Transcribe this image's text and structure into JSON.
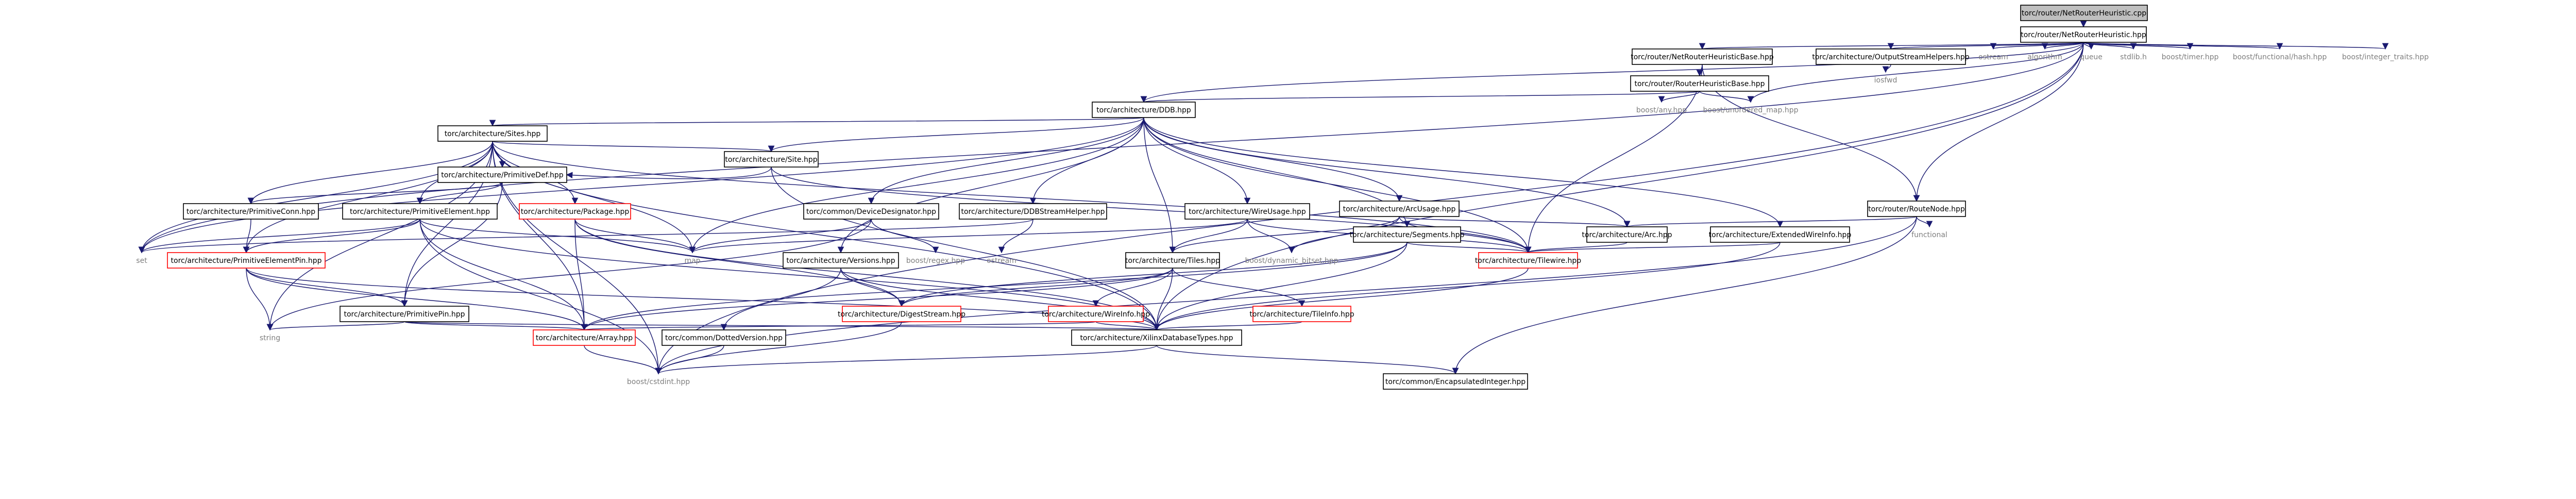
{
  "diagram": {
    "title": "",
    "colors": {
      "edge": "#191970",
      "root_fill": "#bfbfbf",
      "red_border": "#ff0000",
      "gray_text": "#7f7f7f"
    },
    "nodes": [
      {
        "id": "root",
        "label": "torc/router/NetRouterHeuristic.cpp",
        "style": "root"
      },
      {
        "id": "nrh",
        "label": "torc/router/NetRouterHeuristic.hpp",
        "style": "normal"
      },
      {
        "id": "nrhb",
        "label": "torc/router/NetRouterHeuristicBase.hpp",
        "style": "normal"
      },
      {
        "id": "osh",
        "label": "torc/architecture/OutputStreamHelpers.hpp",
        "style": "normal"
      },
      {
        "id": "ostream1",
        "label": "ostream",
        "style": "plain"
      },
      {
        "id": "algorithm",
        "label": "algorithm",
        "style": "plain"
      },
      {
        "id": "queue",
        "label": "queue",
        "style": "plain"
      },
      {
        "id": "stdlib",
        "label": "stdlib.h",
        "style": "plain"
      },
      {
        "id": "timer",
        "label": "boost/timer.hpp",
        "style": "plain"
      },
      {
        "id": "fhash",
        "label": "boost/functional/hash.hpp",
        "style": "plain"
      },
      {
        "id": "itraits",
        "label": "boost/integer_traits.hpp",
        "style": "plain"
      },
      {
        "id": "iosfwd",
        "label": "iosfwd",
        "style": "plain"
      },
      {
        "id": "rhb",
        "label": "torc/router/RouterHeuristicBase.hpp",
        "style": "normal"
      },
      {
        "id": "bany",
        "label": "boost/any.hpp",
        "style": "plain"
      },
      {
        "id": "bumap",
        "label": "boost/unordered_map.hpp",
        "style": "plain"
      },
      {
        "id": "ddb",
        "label": "torc/architecture/DDB.hpp",
        "style": "normal"
      },
      {
        "id": "sites",
        "label": "torc/architecture/Sites.hpp",
        "style": "normal"
      },
      {
        "id": "site",
        "label": "torc/architecture/Site.hpp",
        "style": "normal"
      },
      {
        "id": "pdef",
        "label": "torc/architecture/PrimitiveDef.hpp",
        "style": "normal"
      },
      {
        "id": "pconn",
        "label": "torc/architecture/PrimitiveConn.hpp",
        "style": "normal"
      },
      {
        "id": "pelem",
        "label": "torc/architecture/PrimitiveElement.hpp",
        "style": "normal"
      },
      {
        "id": "pkg",
        "label": "torc/architecture/Package.hpp",
        "style": "red"
      },
      {
        "id": "pepin",
        "label": "torc/architecture/PrimitiveElementPin.hpp",
        "style": "red"
      },
      {
        "id": "ppin",
        "label": "torc/architecture/PrimitivePin.hpp",
        "style": "normal"
      },
      {
        "id": "set",
        "label": "set",
        "style": "plain"
      },
      {
        "id": "map",
        "label": "map",
        "style": "plain"
      },
      {
        "id": "string",
        "label": "string",
        "style": "plain"
      },
      {
        "id": "array",
        "label": "torc/architecture/Array.hpp",
        "style": "red"
      },
      {
        "id": "bcstdint",
        "label": "boost/cstdint.hpp",
        "style": "plain"
      },
      {
        "id": "devdes",
        "label": "torc/common/DeviceDesignator.hpp",
        "style": "normal"
      },
      {
        "id": "bregex",
        "label": "boost/regex.hpp",
        "style": "plain"
      },
      {
        "id": "versions",
        "label": "torc/architecture/Versions.hpp",
        "style": "normal"
      },
      {
        "id": "dotver",
        "label": "torc/common/DottedVersion.hpp",
        "style": "normal"
      },
      {
        "id": "ddbsh",
        "label": "torc/architecture/DDBStreamHelper.hpp",
        "style": "normal"
      },
      {
        "id": "ostream2",
        "label": "ostream",
        "style": "plain"
      },
      {
        "id": "wireusage",
        "label": "torc/architecture/WireUsage.hpp",
        "style": "normal"
      },
      {
        "id": "tiles",
        "label": "torc/architecture/Tiles.hpp",
        "style": "normal"
      },
      {
        "id": "bdynbs",
        "label": "boost/dynamic_bitset.hpp",
        "style": "plain"
      },
      {
        "id": "arcusage",
        "label": "torc/architecture/ArcUsage.hpp",
        "style": "normal"
      },
      {
        "id": "segments",
        "label": "torc/architecture/Segments.hpp",
        "style": "normal"
      },
      {
        "id": "digest",
        "label": "torc/architecture/DigestStream.hpp",
        "style": "red"
      },
      {
        "id": "wireinfo",
        "label": "torc/architecture/WireInfo.hpp",
        "style": "red"
      },
      {
        "id": "tileinfo",
        "label": "torc/architecture/TileInfo.hpp",
        "style": "red"
      },
      {
        "id": "xdb",
        "label": "torc/architecture/XilinxDatabaseTypes.hpp",
        "style": "normal"
      },
      {
        "id": "encint",
        "label": "torc/common/EncapsulatedInteger.hpp",
        "style": "normal"
      },
      {
        "id": "arc",
        "label": "torc/architecture/Arc.hpp",
        "style": "normal"
      },
      {
        "id": "tilewire",
        "label": "torc/architecture/Tilewire.hpp",
        "style": "red"
      },
      {
        "id": "extwi",
        "label": "torc/architecture/ExtendedWireInfo.hpp",
        "style": "normal"
      },
      {
        "id": "rnode",
        "label": "torc/router/RouteNode.hpp",
        "style": "normal"
      },
      {
        "id": "functional",
        "label": "functional",
        "style": "plain"
      }
    ],
    "edges": [
      [
        "root",
        "nrh"
      ],
      [
        "nrh",
        "nrhb"
      ],
      [
        "nrh",
        "osh"
      ],
      [
        "nrh",
        "ostream1"
      ],
      [
        "nrh",
        "algorithm"
      ],
      [
        "nrh",
        "queue"
      ],
      [
        "nrh",
        "stdlib"
      ],
      [
        "nrh",
        "timer"
      ],
      [
        "nrh",
        "fhash"
      ],
      [
        "nrh",
        "itraits"
      ],
      [
        "nrh",
        "ddb"
      ],
      [
        "nrh",
        "rnode"
      ],
      [
        "nrh",
        "bumap"
      ],
      [
        "nrh",
        "set"
      ],
      [
        "nrh",
        "bcstdint"
      ],
      [
        "nrh",
        "xdb"
      ],
      [
        "nrhb",
        "rhb"
      ],
      [
        "nrhb",
        "tilewire"
      ],
      [
        "nrhb",
        "rnode"
      ],
      [
        "osh",
        "iosfwd"
      ],
      [
        "rhb",
        "bany"
      ],
      [
        "rhb",
        "bumap"
      ],
      [
        "rhb",
        "ddb"
      ],
      [
        "ddb",
        "sites"
      ],
      [
        "ddb",
        "site"
      ],
      [
        "ddb",
        "devdes"
      ],
      [
        "ddb",
        "versions"
      ],
      [
        "ddb",
        "ddbsh"
      ],
      [
        "ddb",
        "wireusage"
      ],
      [
        "ddb",
        "tiles"
      ],
      [
        "ddb",
        "arcusage"
      ],
      [
        "ddb",
        "segments"
      ],
      [
        "ddb",
        "arc"
      ],
      [
        "ddb",
        "tilewire"
      ],
      [
        "ddb",
        "extwi"
      ],
      [
        "ddb",
        "map"
      ],
      [
        "ddb",
        "set"
      ],
      [
        "sites",
        "site"
      ],
      [
        "sites",
        "pdef"
      ],
      [
        "sites",
        "pconn"
      ],
      [
        "sites",
        "pelem"
      ],
      [
        "sites",
        "pkg"
      ],
      [
        "sites",
        "pepin"
      ],
      [
        "sites",
        "ppin"
      ],
      [
        "sites",
        "set"
      ],
      [
        "sites",
        "map"
      ],
      [
        "sites",
        "array"
      ],
      [
        "sites",
        "xdb"
      ],
      [
        "sites",
        "bcstdint"
      ],
      [
        "sites",
        "tilewire"
      ],
      [
        "sites",
        "string"
      ],
      [
        "site",
        "pdef"
      ],
      [
        "site",
        "xdb"
      ],
      [
        "site",
        "tilewire"
      ],
      [
        "pdef",
        "pconn"
      ],
      [
        "pdef",
        "pelem"
      ],
      [
        "pdef",
        "ppin"
      ],
      [
        "pconn",
        "pepin"
      ],
      [
        "pelem",
        "pepin"
      ],
      [
        "pelem",
        "set"
      ],
      [
        "pelem",
        "map"
      ],
      [
        "pelem",
        "array"
      ],
      [
        "pelem",
        "xdb"
      ],
      [
        "pelem",
        "bcstdint"
      ],
      [
        "pkg",
        "map"
      ],
      [
        "pkg",
        "array"
      ],
      [
        "pkg",
        "digest"
      ],
      [
        "pkg",
        "xdb"
      ],
      [
        "pepin",
        "ppin"
      ],
      [
        "pepin",
        "array"
      ],
      [
        "pepin",
        "string"
      ],
      [
        "pepin",
        "xdb"
      ],
      [
        "ppin",
        "array"
      ],
      [
        "ppin",
        "xdb"
      ],
      [
        "ppin",
        "string"
      ],
      [
        "array",
        "bcstdint"
      ],
      [
        "devdes",
        "bregex"
      ],
      [
        "devdes",
        "string"
      ],
      [
        "devdes",
        "map"
      ],
      [
        "versions",
        "digest"
      ],
      [
        "versions",
        "dotver"
      ],
      [
        "versions",
        "xdb"
      ],
      [
        "dotver",
        "bcstdint"
      ],
      [
        "ddbsh",
        "ostream2"
      ],
      [
        "ddbsh",
        "set"
      ],
      [
        "wireusage",
        "tiles"
      ],
      [
        "wireusage",
        "bdynbs"
      ],
      [
        "wireusage",
        "tilewire"
      ],
      [
        "wireusage",
        "map"
      ],
      [
        "tiles",
        "digest"
      ],
      [
        "tiles",
        "wireinfo"
      ],
      [
        "tiles",
        "tileinfo"
      ],
      [
        "tiles",
        "array"
      ],
      [
        "tiles",
        "xdb"
      ],
      [
        "arcusage",
        "tiles"
      ],
      [
        "arcusage",
        "arc"
      ],
      [
        "arcusage",
        "bdynbs"
      ],
      [
        "arcusage",
        "tilewire"
      ],
      [
        "segments",
        "tilewire"
      ],
      [
        "segments",
        "xdb"
      ],
      [
        "segments",
        "digest"
      ],
      [
        "segments",
        "array"
      ],
      [
        "digest",
        "bcstdint"
      ],
      [
        "wireinfo",
        "array"
      ],
      [
        "wireinfo",
        "xdb"
      ],
      [
        "tileinfo",
        "xdb"
      ],
      [
        "xdb",
        "bcstdint"
      ],
      [
        "xdb",
        "encint"
      ],
      [
        "arc",
        "tilewire"
      ],
      [
        "tilewire",
        "xdb"
      ],
      [
        "extwi",
        "tilewire"
      ],
      [
        "extwi",
        "xdb"
      ],
      [
        "rnode",
        "arc"
      ],
      [
        "rnode",
        "functional"
      ],
      [
        "rnode",
        "encint"
      ],
      [
        "rnode",
        "bcstdint"
      ]
    ]
  }
}
